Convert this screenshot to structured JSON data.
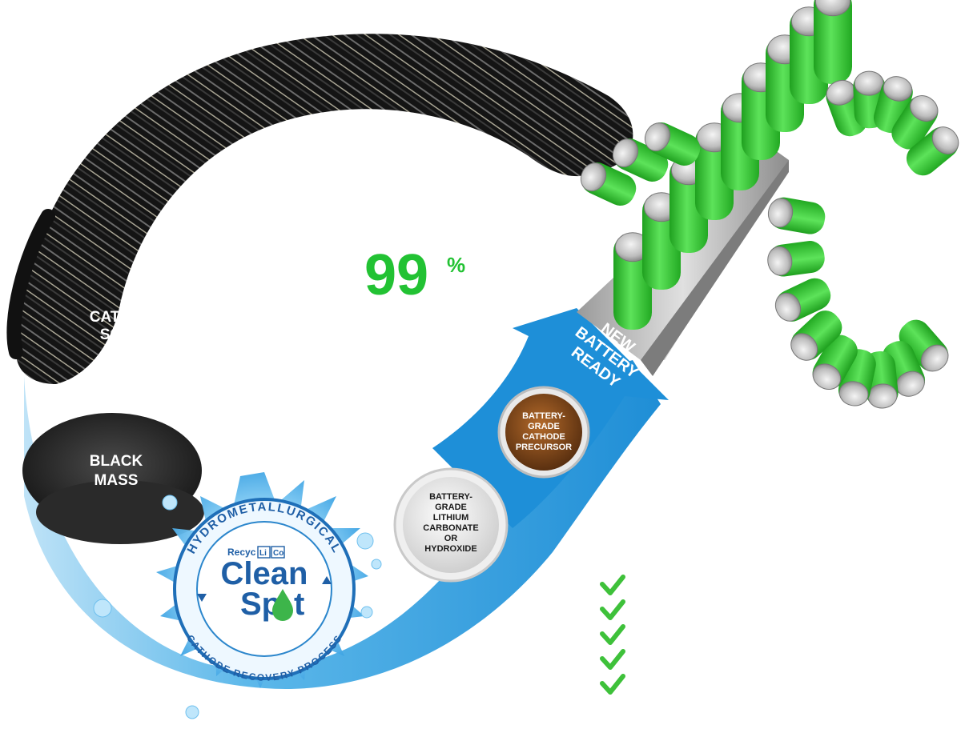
{
  "labels": {
    "cathode_scrap_line1": "CATHODE",
    "cathode_scrap_line2": "SCRAP",
    "or": "OR",
    "black_mass_line1": "BLACK",
    "black_mass_line2": "MASS",
    "percent_value": "99",
    "percent_sign": "%",
    "new_battery_line1": "NEW",
    "new_battery_line2": "BATTERY",
    "new_battery_line3": "READY",
    "lithium_line1": "BATTERY-",
    "lithium_line2": "GRADE",
    "lithium_line3": "LITHIUM",
    "lithium_line4": "CARBONATE",
    "lithium_line5": "OR",
    "lithium_line6": "HYDROXIDE",
    "precursor_line1": "BATTERY-",
    "precursor_line2": "GRADE",
    "precursor_line3": "CATHODE",
    "precursor_line4": "PRECURSOR"
  },
  "logo": {
    "ring_top": "HYDROMETALLURGICAL",
    "ring_bottom": "CATHODE RECOVERY PROCESS",
    "brand_prefix": "Recyc",
    "brand_li": "Li",
    "brand_co": "Co",
    "clean": "Clean",
    "spot_s": "Sp",
    "spot_t": "t"
  },
  "checklist_count": 5,
  "colors": {
    "accent_green": "#22c233",
    "blue_band": "#2a9fe0",
    "battery_green": "#3ccf3a",
    "check_green": "#3ec13a",
    "arrow_blue": "#1e8fd8"
  }
}
